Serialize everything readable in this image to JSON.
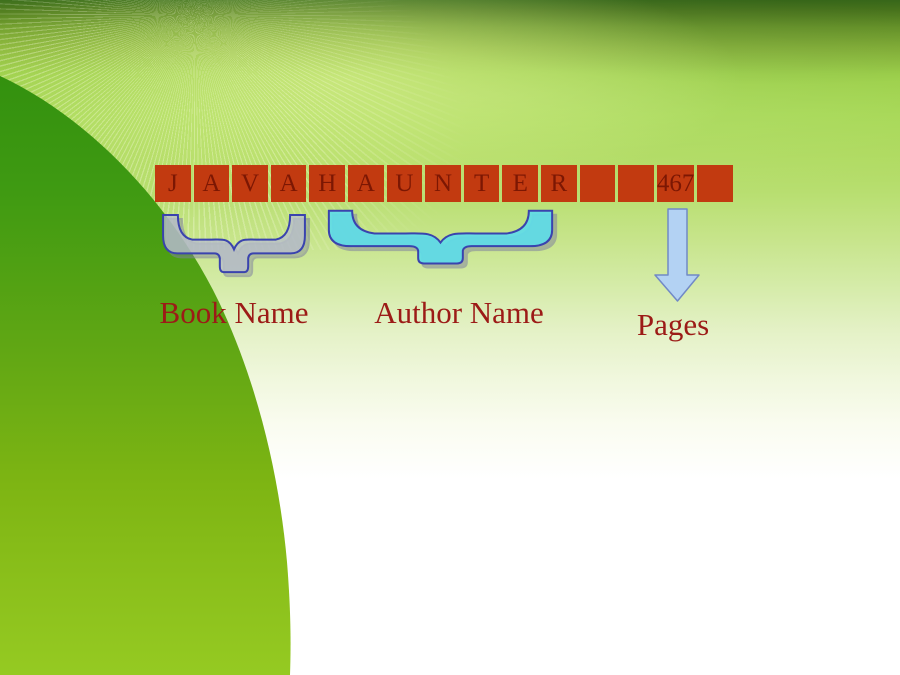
{
  "slide": {
    "description": "Record structure diagram on green presentation slide",
    "record": {
      "cells": [
        "J",
        "A",
        "V",
        "A",
        "H",
        "A",
        "U",
        "N",
        "T",
        "E",
        "R",
        "",
        "",
        "467",
        ""
      ]
    },
    "segments": [
      {
        "label": "Book Name",
        "marker": "underbrace"
      },
      {
        "label": "Author Name",
        "marker": "underbrace"
      },
      {
        "label": "Pages",
        "marker": "down-arrow"
      }
    ],
    "colors": {
      "cell_fill": "#c23a10",
      "cell_text": "#7c1703",
      "label_text": "#9c1b17",
      "brace_book_fill": "#b9bfcc",
      "brace_author_fill": "#5edce8",
      "brace_stroke": "#3a43ae",
      "arrow_fill": "#b3d2f3",
      "arrow_stroke": "#7189c6",
      "slide_green_dark": "#2b8a0c",
      "slide_green_light": "#a4d750"
    }
  }
}
